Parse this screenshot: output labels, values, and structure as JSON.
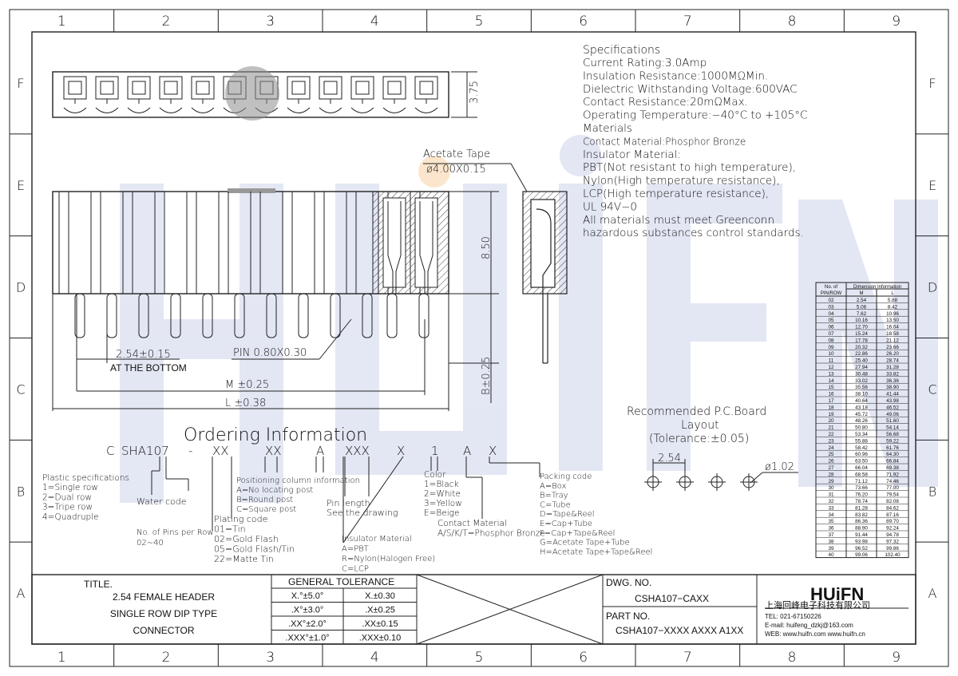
{
  "zones": {
    "cols": [
      "1",
      "2",
      "3",
      "4",
      "5",
      "6",
      "7",
      "8",
      "9"
    ],
    "rows": [
      "F",
      "E",
      "D",
      "C",
      "B",
      "A"
    ]
  },
  "watermark": "HUIFN",
  "specifications": {
    "title": "Specifications",
    "lines": [
      "Current Rating:3.0Amp",
      "Insulation Resistance:1000MΩMin.",
      "Dielectric Withstanding Voltage:600VAC",
      "Contact Resistance:20mΩMax.",
      "Operating Temperature:−40°C to +105°C",
      "Materials",
      "Contact Material:Phosphor Bronze",
      "Insulator Material:",
      "PBT(Not resistant to high temperature),",
      "Nylon(High temperature resistance),",
      "LCP(High temperature resistance),",
      "UL 94V−0",
      "All materials must meet Greenconn",
      "hazardous substances control standards."
    ]
  },
  "dimensions": {
    "top_height": "3.75",
    "acetate_title": "Acetate Tape",
    "acetate_size": "ø4.00X0.15",
    "body_height": "8.50",
    "tail_length": "B±0.25",
    "pitch": "2.54±0.15",
    "pitch_note": "AT THE BOTTOM",
    "pin_size": "PIN 0.80X0.30",
    "m_dim": "M ±0.25",
    "l_dim": "L ±0.38"
  },
  "pcb_layout": {
    "title": "Recommended P.C.Board",
    "subtitle": "Layout",
    "tolerance": "(Tolerance:±0.05)",
    "pitch": "2.54",
    "hole": "ø1.02"
  },
  "ordering": {
    "title": "Ordering Information",
    "code_parts": [
      "C",
      "SHA107",
      "-",
      "XX",
      "XX",
      "A",
      "XXX",
      "X",
      "1",
      "A",
      "X"
    ],
    "plastic": [
      "Plastic specifications",
      "1=Single row",
      "2=Dual row",
      "3=Tripe row",
      "4=Quadruple"
    ],
    "water_code": "Water code",
    "pins_per_row": [
      "No. of Pins per Row",
      "02~40"
    ],
    "plating": [
      "Plating code",
      "01=Tin",
      "02=Gold Flash",
      "05=Gold Flash/Tin",
      "22=Matte Tin"
    ],
    "positioning": [
      "Positioning column information",
      "A=No locating post",
      "B=Round post",
      "C=Square post"
    ],
    "pin_length": [
      "Pin length",
      "See the drawing"
    ],
    "insulator": [
      "Insulator Material",
      "A=PBT",
      "R=Nylon(Halogen Free)",
      "C=LCP"
    ],
    "color": [
      "Color",
      "1=Black",
      "2=White",
      "3=Yellow",
      "E=Beige"
    ],
    "contact_material": [
      "Contact Material",
      "A/S/K/T=Phosphor Bronze"
    ],
    "packing": [
      "Packing code",
      "A=Box",
      "B=Tray",
      "C=Tube",
      "D=Tape&Reel",
      "E=Cap+Tube",
      "F=Cap+Tape&Reel",
      "G=Acetate Tape+Tube",
      "H=Acetate Tape+Tape&Reel"
    ]
  },
  "dim_table": {
    "header_left": "No. of",
    "header_left2": "PIN/ROW",
    "header_right": "Dimension Information",
    "col_m": "M",
    "col_l": "L",
    "rows": [
      [
        "02",
        "2.54",
        "5.88"
      ],
      [
        "03",
        "5.08",
        "8.42"
      ],
      [
        "04",
        "7.62",
        "10.96"
      ],
      [
        "05",
        "10.16",
        "13.50"
      ],
      [
        "06",
        "12.70",
        "16.04"
      ],
      [
        "07",
        "15.24",
        "18.58"
      ],
      [
        "08",
        "17.78",
        "21.12"
      ],
      [
        "09",
        "20.32",
        "23.66"
      ],
      [
        "10",
        "22.86",
        "26.20"
      ],
      [
        "11",
        "25.40",
        "28.74"
      ],
      [
        "12",
        "27.94",
        "31.28"
      ],
      [
        "13",
        "30.48",
        "33.82"
      ],
      [
        "14",
        "33.02",
        "36.36"
      ],
      [
        "15",
        "35.56",
        "38.90"
      ],
      [
        "16",
        "38.10",
        "41.44"
      ],
      [
        "17",
        "40.64",
        "43.98"
      ],
      [
        "18",
        "43.18",
        "46.52"
      ],
      [
        "19",
        "45.72",
        "49.06"
      ],
      [
        "20",
        "48.26",
        "51.60"
      ],
      [
        "21",
        "50.80",
        "54.14"
      ],
      [
        "22",
        "53.34",
        "56.68"
      ],
      [
        "23",
        "55.88",
        "59.22"
      ],
      [
        "24",
        "58.42",
        "61.76"
      ],
      [
        "25",
        "60.96",
        "64.30"
      ],
      [
        "26",
        "63.50",
        "66.84"
      ],
      [
        "27",
        "66.04",
        "69.38"
      ],
      [
        "28",
        "68.58",
        "71.92"
      ],
      [
        "29",
        "71.12",
        "74.46"
      ],
      [
        "30",
        "73.66",
        "77.00"
      ],
      [
        "31",
        "76.20",
        "79.54"
      ],
      [
        "32",
        "78.74",
        "82.08"
      ],
      [
        "33",
        "81.28",
        "84.62"
      ],
      [
        "34",
        "83.82",
        "87.16"
      ],
      [
        "35",
        "86.36",
        "89.70"
      ],
      [
        "36",
        "88.90",
        "92.24"
      ],
      [
        "37",
        "91.44",
        "94.78"
      ],
      [
        "38",
        "93.98",
        "97.32"
      ],
      [
        "39",
        "96.52",
        "99.86"
      ],
      [
        "40",
        "99.06",
        "102.40"
      ]
    ]
  },
  "title_block": {
    "title_label": "TITLE.",
    "title_lines": [
      "2.54 FEMALE HEADER",
      "SINGLE ROW DIP TYPE",
      "CONNECTOR"
    ],
    "tolerance_title": "GENERAL TOLERANCE",
    "tolerance_rows": [
      [
        "X.°±5.0°",
        "X.±0.30"
      ],
      [
        ".X°±3.0°",
        ".X±0.25"
      ],
      [
        ".XX°±2.0°",
        ".XX±0.15"
      ],
      [
        ".XXX°±1.0°",
        ".XXX±0.10"
      ]
    ],
    "dwg_label": "DWG. NO.",
    "dwg_no": "CSHA107−CAXX",
    "part_label": "PART NO.",
    "part_no": "CSHA107−XXXX AXXX A1XX",
    "company_logo": "HUiFN",
    "company_name": "上海回峰电子科技有限公司",
    "tel": "TEL: 021-67150226",
    "email": "E-mail: huifeng_dzkj@163.com",
    "web": "WEB: www.huifn.com www.huifn.cn"
  }
}
